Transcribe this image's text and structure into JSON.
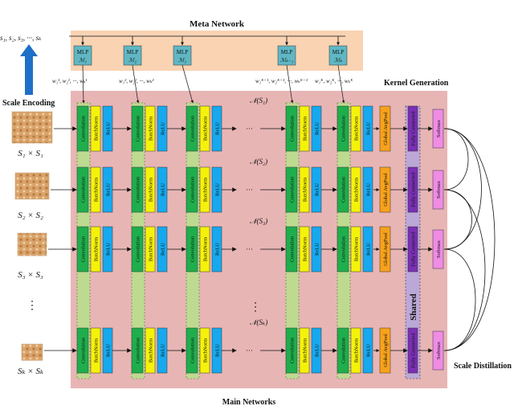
{
  "labels": {
    "meta_network": "Meta Network",
    "kernel_generation": "Kernel Generation",
    "scale_encoding": "Scale Encoding",
    "main_networks": "Main Networks",
    "scale_distillation": "Scale Distillation",
    "scale_vector": "s₁, s₂, s₃, ···, sₖ",
    "shared": "Shared",
    "dots_h": "···",
    "dots_v": "⋮"
  },
  "mlps": [
    {
      "title": "MLP",
      "sub": "ℳ₁"
    },
    {
      "title": "MLP",
      "sub": "ℳ₂"
    },
    {
      "title": "MLP",
      "sub": "ℳ₃"
    },
    {
      "title": "MLP",
      "sub": "ℳₖ₋₁"
    },
    {
      "title": "MLP",
      "sub": "ℳₖ"
    }
  ],
  "weights": [
    "w₁¹, w₂¹, ···, wₖ¹",
    "w₁², w₂², ···, wₖ²",
    "w₁ᴷ⁻¹, w₂ᴷ⁻¹, ···, wₖᴷ⁻¹",
    "w₁ᴷ, w₂ᴷ, ···, wₖᴷ"
  ],
  "layers": {
    "conv": "Convolution",
    "bn": "BatchNorm",
    "relu": "ReLU",
    "gap": "Global AvgPool",
    "fc": "Fully Connected",
    "softmax": "Softmax"
  },
  "rows": [
    {
      "scale": "S₁ × S₁",
      "net": "𝒩(S₁)"
    },
    {
      "scale": "S₂ × S₂",
      "net": "𝒩(S₂)"
    },
    {
      "scale": "S₃ × S₃",
      "net": "𝒩(S₃)"
    },
    {
      "scale": "Sₖ × Sₖ",
      "net": "𝒩(Sₖ)"
    }
  ],
  "colors": {
    "meta_bg": "#f9d3b2",
    "main_bg": "#e8b5b5",
    "mlp": "#5fb7c4",
    "conv": "#1fae4c",
    "bn": "#f5f20a",
    "relu": "#16a9ee",
    "gap": "#f7a21b",
    "fc": "#7b2fb3",
    "softmax": "#f08be6",
    "shared_col": "#b6e08b",
    "scale_arrow": "#1e6fc8"
  }
}
